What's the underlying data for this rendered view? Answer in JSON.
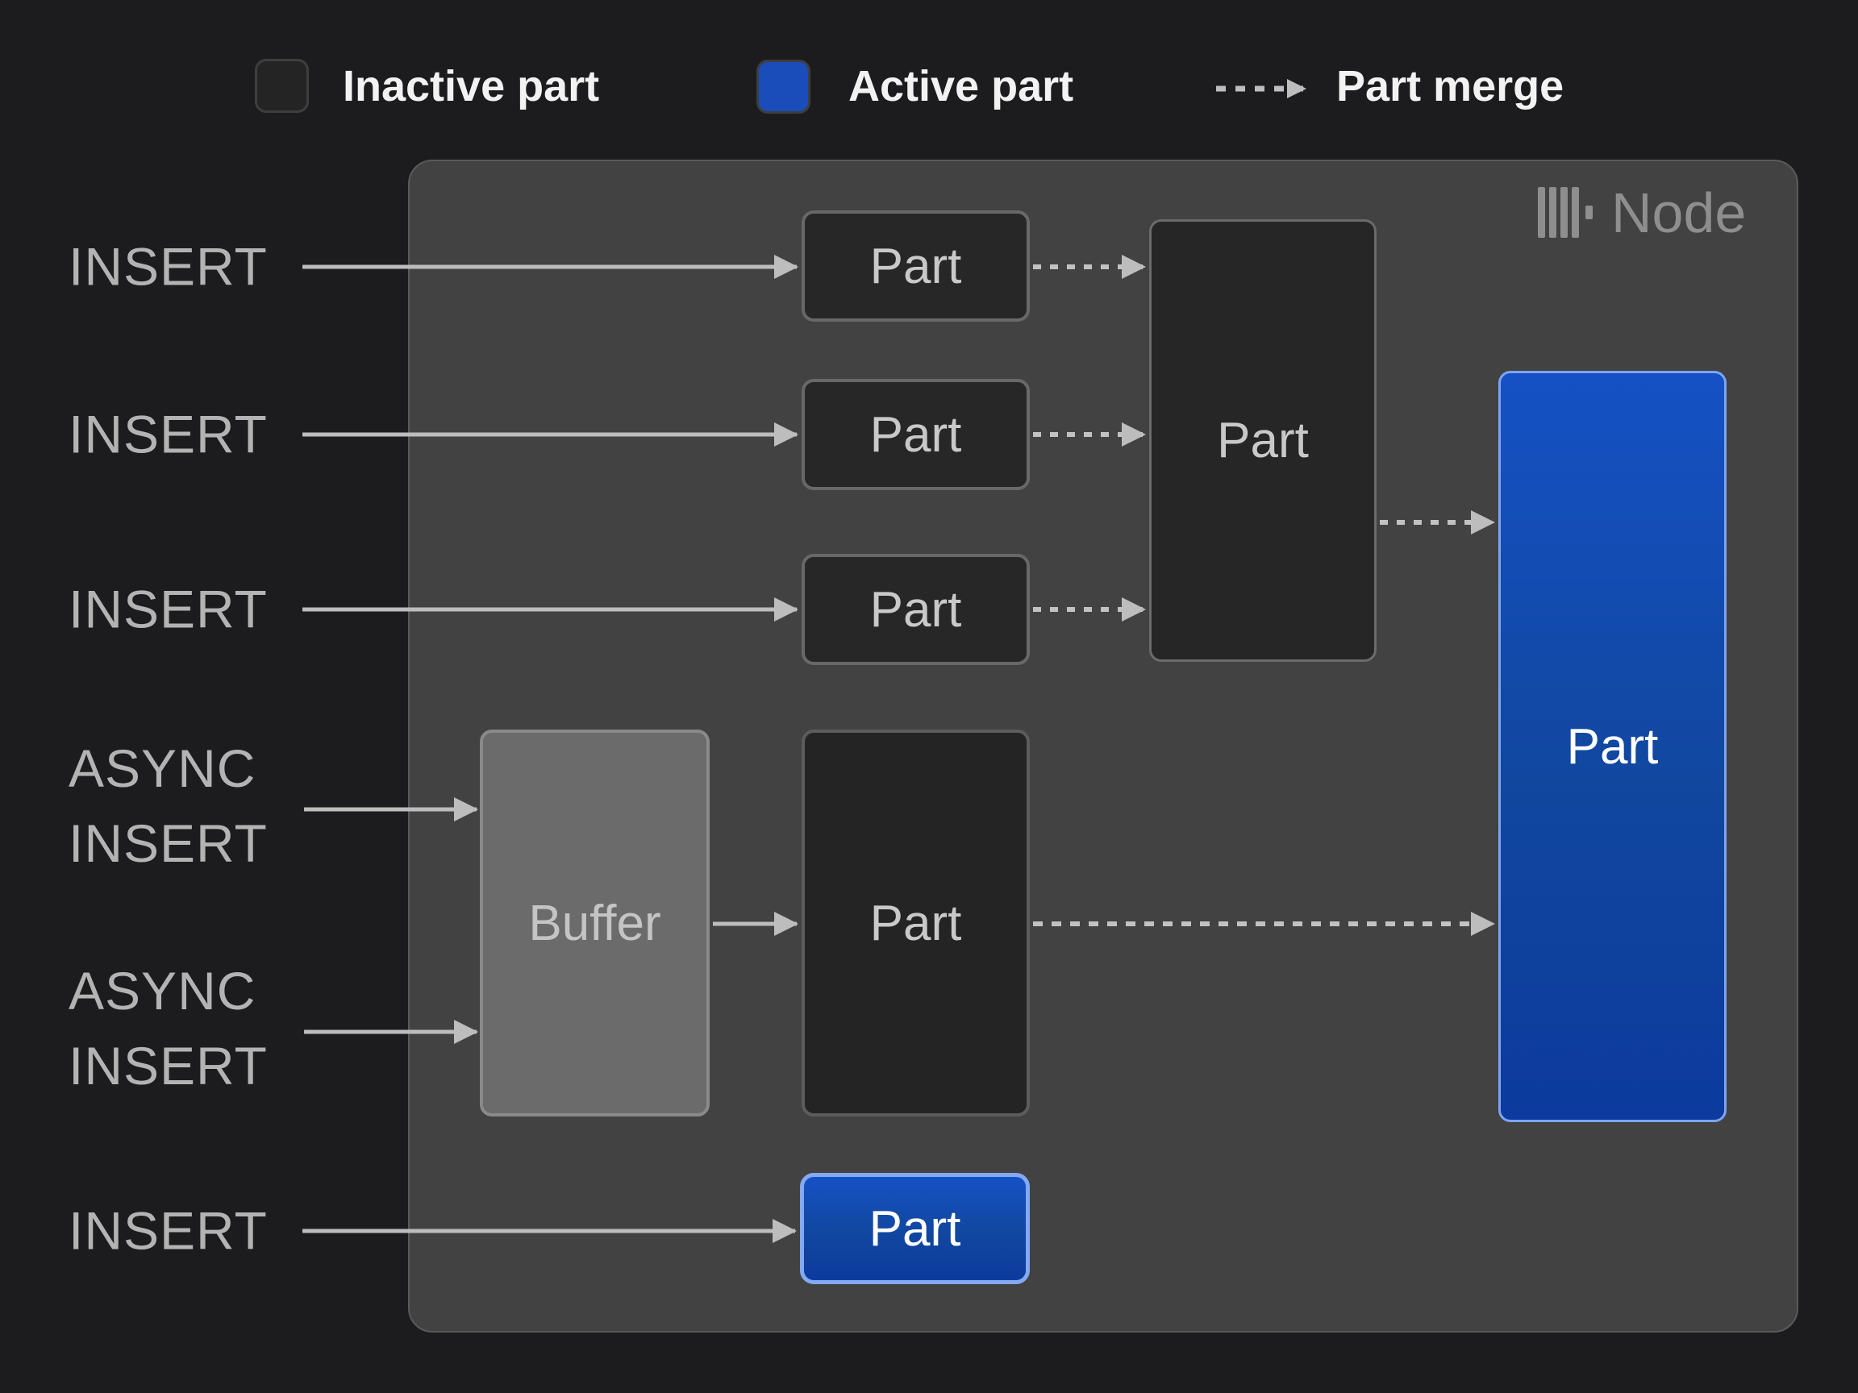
{
  "legend": {
    "items": [
      {
        "label": "Inactive part",
        "swatch": "inactive-square"
      },
      {
        "label": "Active part",
        "swatch": "active-square"
      },
      {
        "label": "Part merge",
        "swatch": "dashed-arrow"
      }
    ]
  },
  "inputs": {
    "insert1": "INSERT",
    "insert2": "INSERT",
    "insert3": "INSERT",
    "async1_line1": "ASYNC",
    "async1_line2": "INSERT",
    "async2_line1": "ASYNC",
    "async2_line2": "INSERT",
    "insert4": "INSERT"
  },
  "node": {
    "title": "Node",
    "icon": "clickhouse-bars-icon",
    "buffer_label": "Buffer",
    "parts": {
      "small1": "Part",
      "small2": "Part",
      "small3": "Part",
      "merge": "Part",
      "big_inactive": "Part",
      "active_tall": "Part",
      "active_small": "Part"
    }
  },
  "colors": {
    "background": "#1c1c1e",
    "node_fill": "#424242",
    "inactive_part_fill": "#272727",
    "buffer_fill": "#6b6b6b",
    "active_fill_top": "#1551c4",
    "active_fill_bottom": "#0c3a9e",
    "active_border": "#7da4f0",
    "arrow": "#bdbdbd",
    "legend_active_swatch": "#1a4cba",
    "legend_inactive_swatch": "#242424"
  }
}
